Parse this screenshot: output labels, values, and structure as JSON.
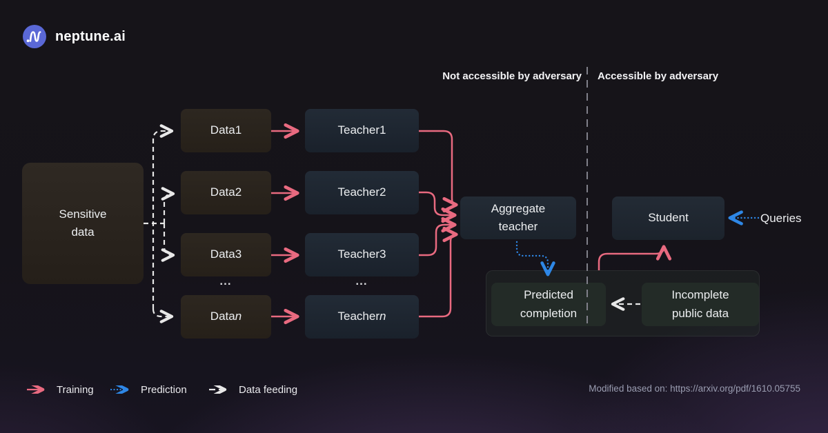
{
  "brand": {
    "name": "neptune.ai",
    "logo_icon": "waveform-icon",
    "logo_color": "#5a68d6"
  },
  "zones": {
    "not_accessible_label": "Not accessible by adversary",
    "accessible_label": "Accessible by adversary"
  },
  "diagram": {
    "sensitive_box": "Sensitive data",
    "rows": [
      {
        "data_prefix": "Data ",
        "data_suffix": "1",
        "teacher_prefix": "Teacher ",
        "teacher_suffix": "1"
      },
      {
        "data_prefix": "Data ",
        "data_suffix": "2",
        "teacher_prefix": "Teacher ",
        "teacher_suffix": "2"
      },
      {
        "data_prefix": "Data ",
        "data_suffix": "3",
        "teacher_prefix": "Teacher ",
        "teacher_suffix": "3"
      },
      {
        "data_prefix": "Data ",
        "data_suffix": "n",
        "teacher_prefix": "Teacher ",
        "teacher_suffix": "n"
      }
    ],
    "ellipsis": "...",
    "aggregate_teacher": "Aggregate teacher",
    "student": "Student",
    "queries_label": "Queries",
    "predicted_completion": "Predicted completion",
    "incomplete_public_data": "Incomplete public data"
  },
  "legend": {
    "training": "Training",
    "prediction": "Prediction",
    "data_feeding": "Data feeding"
  },
  "footer": {
    "credit": "Modified based on: https://arxiv.org/pdf/1610.05755"
  },
  "colors": {
    "training_arrow": "#e96a80",
    "prediction_arrow": "#2e87e6",
    "data_feeding_arrow": "#e8e8e8",
    "divider": "#80808a"
  }
}
